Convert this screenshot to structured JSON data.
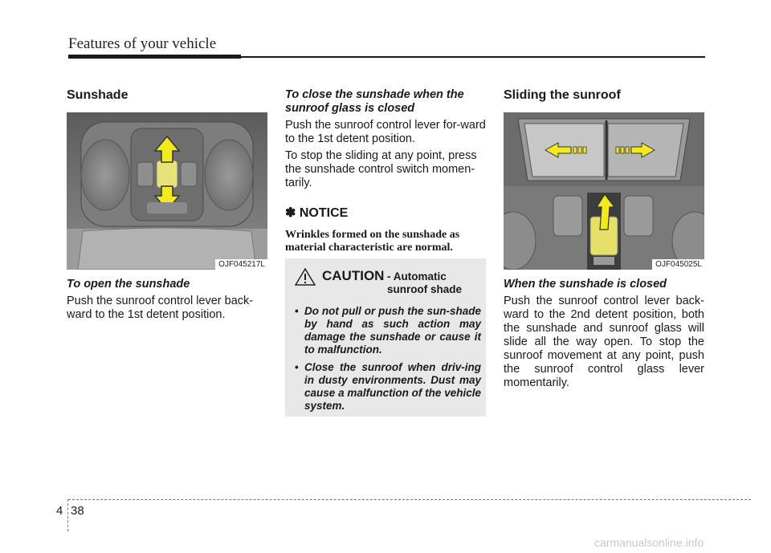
{
  "header": {
    "title": "Features of your vehicle"
  },
  "col1": {
    "heading": "Sunshade",
    "figure_code": "OJF045217L",
    "subheading": "To open the sunshade",
    "body": "Push the sunroof control lever back-ward to the 1st detent position."
  },
  "col2": {
    "subheading": "To close the sunshade when the sunroof glass is closed",
    "para1": "Push the sunroof control lever for-ward to the 1st detent position.",
    "para2": "To stop the sliding at any point, press the sunshade control switch momen-tarily.",
    "notice_title": "✽ NOTICE",
    "notice_body": "Wrinkles formed on the sunshade as material characteristic are normal."
  },
  "caution": {
    "word": "CAUTION",
    "subtitle": "- Automatic sunroof shade",
    "items": [
      "Do not pull or push the sun-shade by hand as such action may damage the sunshade or cause it to malfunction.",
      "Close the sunroof when driv-ing in dusty environments. Dust may cause a malfunction of the vehicle system."
    ]
  },
  "col3": {
    "heading": "Sliding the sunroof",
    "figure_code": "OJF045025L",
    "subheading": "When the sunshade is closed",
    "body": "Push the sunroof control lever back-ward to the 2nd detent position, both the sunshade and sunroof glass will slide all the way open. To stop the sunroof movement at any point, push the sunroof control glass lever momentarily."
  },
  "footer": {
    "chapter": "4",
    "page": "38",
    "watermark": "carmanualsonline.info"
  },
  "colors": {
    "arrow_yellow": "#f2ea1e",
    "caution_bg": "#e8e8e8"
  }
}
